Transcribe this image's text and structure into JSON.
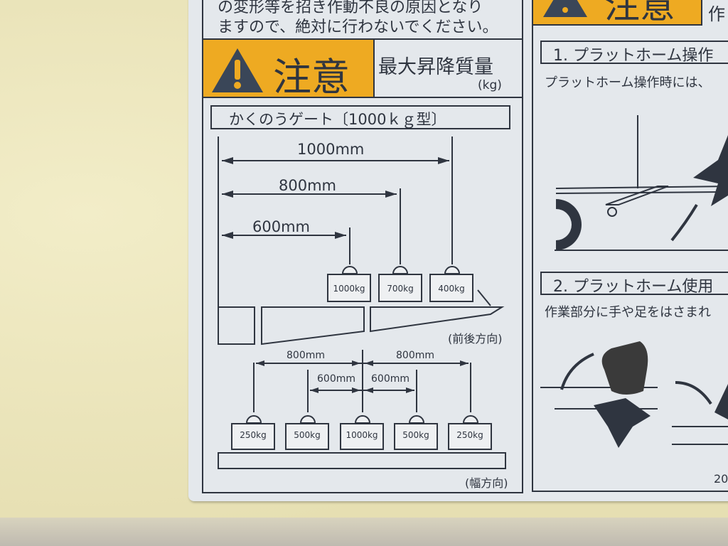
{
  "top_notice": {
    "line1": "の変形等を招き作動不良の原因となり",
    "line2": "ますので、絶対に行わないでください。"
  },
  "left_panel": {
    "caution_label": "注意",
    "header": "最大昇降質量",
    "unit": "(kg)",
    "gate_title": "かくのうゲート〔1000ｋｇ型〕",
    "fore_aft": {
      "distances": [
        "1000mm",
        "800mm",
        "600mm"
      ],
      "weights": [
        "1000kg",
        "700kg",
        "400kg"
      ],
      "direction_label": "(前後方向)"
    },
    "width": {
      "distances_outer": [
        "800mm",
        "800mm"
      ],
      "distances_inner": [
        "600mm",
        "600mm"
      ],
      "weights": [
        "250kg",
        "500kg",
        "1000kg",
        "500kg",
        "250kg"
      ],
      "direction_label": "(幅方向)"
    }
  },
  "right_panel": {
    "caution_label": "注意",
    "header_partial": "作",
    "section1_title": "1. プラットホーム操作",
    "section1_text": "プラットホーム操作時には、",
    "section2_title": "2. プラットホーム使用",
    "section2_text": "作業部分に手や足をはさまれ",
    "footer_partial": "20"
  },
  "colors": {
    "caution": "#eeaa22",
    "ink": "#2f3540",
    "plate": "#e4e8ec",
    "wall": "#ece6bd"
  }
}
